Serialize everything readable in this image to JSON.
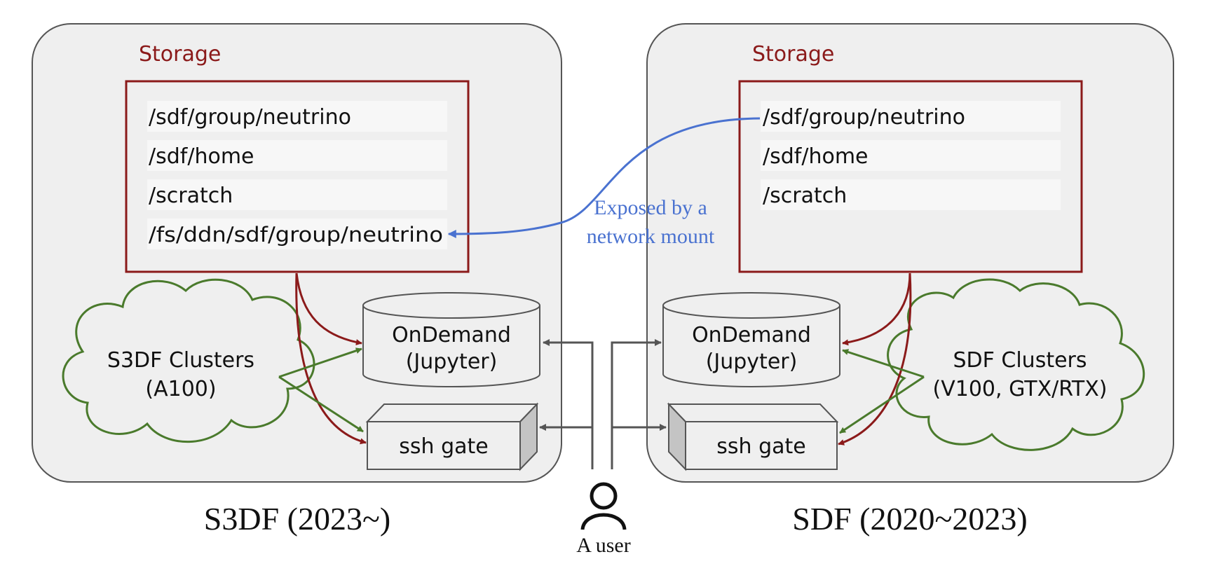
{
  "left_panel": {
    "storage_title": "Storage",
    "paths": [
      "/sdf/group/neutrino",
      "/sdf/home",
      "/scratch",
      "/fs/ddn/sdf/group/neutrino"
    ],
    "clusters_line1": "S3DF Clusters",
    "clusters_line2": "(A100)",
    "ondemand_line1": "OnDemand",
    "ondemand_line2": "(Jupyter)",
    "ssh_label": "ssh gate",
    "caption": "S3DF (2023~)"
  },
  "right_panel": {
    "storage_title": "Storage",
    "paths": [
      "/sdf/group/neutrino",
      "/sdf/home",
      "/scratch"
    ],
    "clusters_line1": "SDF Clusters",
    "clusters_line2": "(V100, GTX/RTX)",
    "ondemand_line1": "OnDemand",
    "ondemand_line2": "(Jupyter)",
    "ssh_label": "ssh gate",
    "caption": "SDF (2020~2023)"
  },
  "mount_note": {
    "line1": "Exposed by a",
    "line2": "network mount"
  },
  "user": {
    "label": "A user",
    "icon": "user-icon"
  },
  "colors": {
    "panel_fill": "#efefef",
    "panel_stroke": "#555555",
    "storage": "#8b1a1a",
    "path_row": "#f7f7f7",
    "cluster": "#4a7a2c",
    "mount_arrow": "#4a72d0",
    "user_arrow": "#555555"
  }
}
